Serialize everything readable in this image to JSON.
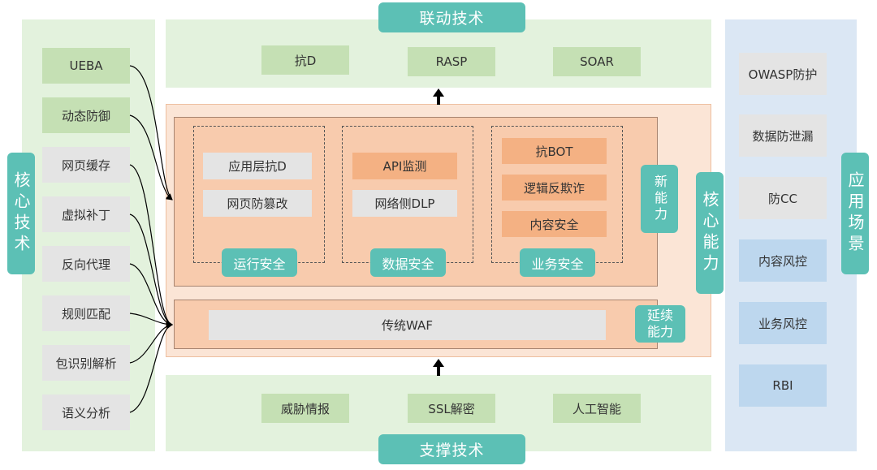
{
  "colors": {
    "teal": "#5cc0b5",
    "green_panel": "#e3f2dd",
    "green_box": "#c5e0b4",
    "blue_panel": "#dbe7f4",
    "blue_box": "#bdd7ee",
    "orange_outer": "#fbe5d6",
    "orange_mid": "#f8cbad",
    "orange_box": "#f4b183",
    "gray_box": "#e4e4e4"
  },
  "top": {
    "title": "联动技术",
    "items": [
      "抗D",
      "RASP",
      "SOAR"
    ]
  },
  "bottom": {
    "title": "支撑技术",
    "items": [
      "威胁情报",
      "SSL解密",
      "人工智能"
    ]
  },
  "left": {
    "title": "核心技术",
    "items": [
      "UEBA",
      "动态防御",
      "网页缓存",
      "虚拟补丁",
      "反向代理",
      "规则匹配",
      "包识别解析",
      "语义分析"
    ]
  },
  "right": {
    "title": "应用场景",
    "items": [
      "OWASP防护",
      "数据防泄漏",
      "防CC",
      "内容风控",
      "业务风控",
      "RBI"
    ]
  },
  "center": {
    "core_label": "核心能力",
    "new_label": "新能力",
    "legacy_label": "延续能力",
    "legacy_item": "传统WAF",
    "groups": [
      {
        "label": "运行安全",
        "items": [
          "应用层抗D",
          "网页防篡改"
        ]
      },
      {
        "label": "数据安全",
        "items": [
          "API监测",
          "网络侧DLP"
        ]
      },
      {
        "label": "业务安全",
        "items": [
          "抗BOT",
          "逻辑反欺诈",
          "内容安全"
        ]
      }
    ]
  }
}
